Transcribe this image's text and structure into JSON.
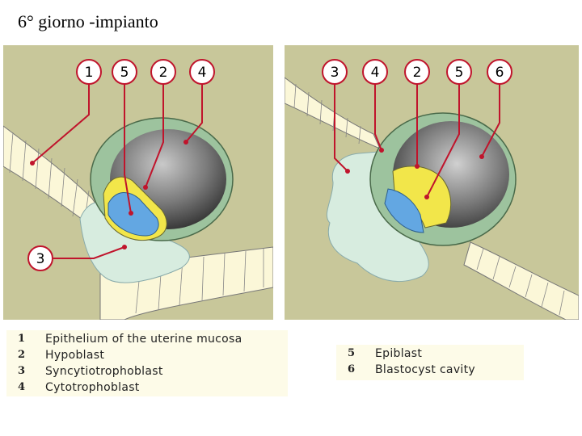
{
  "title": "6° giorno -impianto",
  "colors": {
    "background_tissue": "#c8c79a",
    "epithelium": "#fbf7d8",
    "syncytiotrophoblast": "#d7ecdf",
    "cytotrophoblast": "#9dc39e",
    "epiblast": "#f2e64a",
    "hypoblast": "#63a7e2",
    "cavity": "#5a5a5a",
    "leader": "#c0142c"
  },
  "left_figure": {
    "callouts": [
      "1",
      "5",
      "2",
      "4",
      "3"
    ]
  },
  "right_figure": {
    "callouts": [
      "3",
      "4",
      "2",
      "5",
      "6"
    ]
  },
  "legend_left": [
    {
      "num": "1",
      "text": "Epithelium of the uterine mucosa"
    },
    {
      "num": "2",
      "text": "Hypoblast"
    },
    {
      "num": "3",
      "text": "Syncytiotrophoblast"
    },
    {
      "num": "4",
      "text": "Cytotrophoblast"
    }
  ],
  "legend_right": [
    {
      "num": "5",
      "text": "Epiblast"
    },
    {
      "num": "6",
      "text": "Blastocyst cavity"
    }
  ]
}
